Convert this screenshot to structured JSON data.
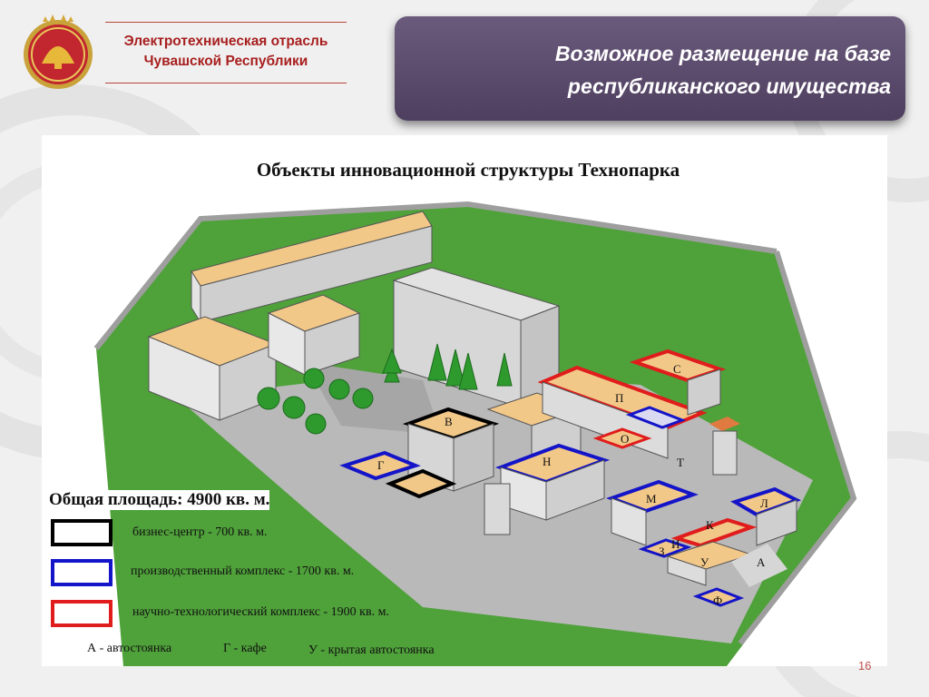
{
  "header": {
    "org_line1": "Электротехническая отрасль",
    "org_line2": "Чувашской Республики",
    "title_line1": "Возможное размещение на базе",
    "title_line2": "республиканского имущества"
  },
  "map": {
    "title": "Объекты инновационной структуры Технопарка",
    "total_area": "Общая площадь: 4900 кв. м.",
    "building_labels": [
      "В",
      "Г",
      "Н",
      "П",
      "С",
      "О",
      "Т",
      "М",
      "Л",
      "К",
      "И",
      "З",
      "У",
      "А",
      "Ф"
    ]
  },
  "legend": {
    "business_center": "бизнес-центр - 700 кв. м.",
    "production_complex": "производственный комплекс - 1700 кв. м.",
    "science_complex": "научно-технологический комплекс - 1900 кв. м.",
    "note_a": "А - автостоянка",
    "note_g": "Г - кафе",
    "note_u": "У - крытая автостоянка"
  },
  "colors": {
    "business": "#000000",
    "production": "#1414c8",
    "science": "#e01c1c",
    "grass": "#4fa13a",
    "roof": "#f2c889"
  },
  "footer": {
    "page_number": "16"
  }
}
